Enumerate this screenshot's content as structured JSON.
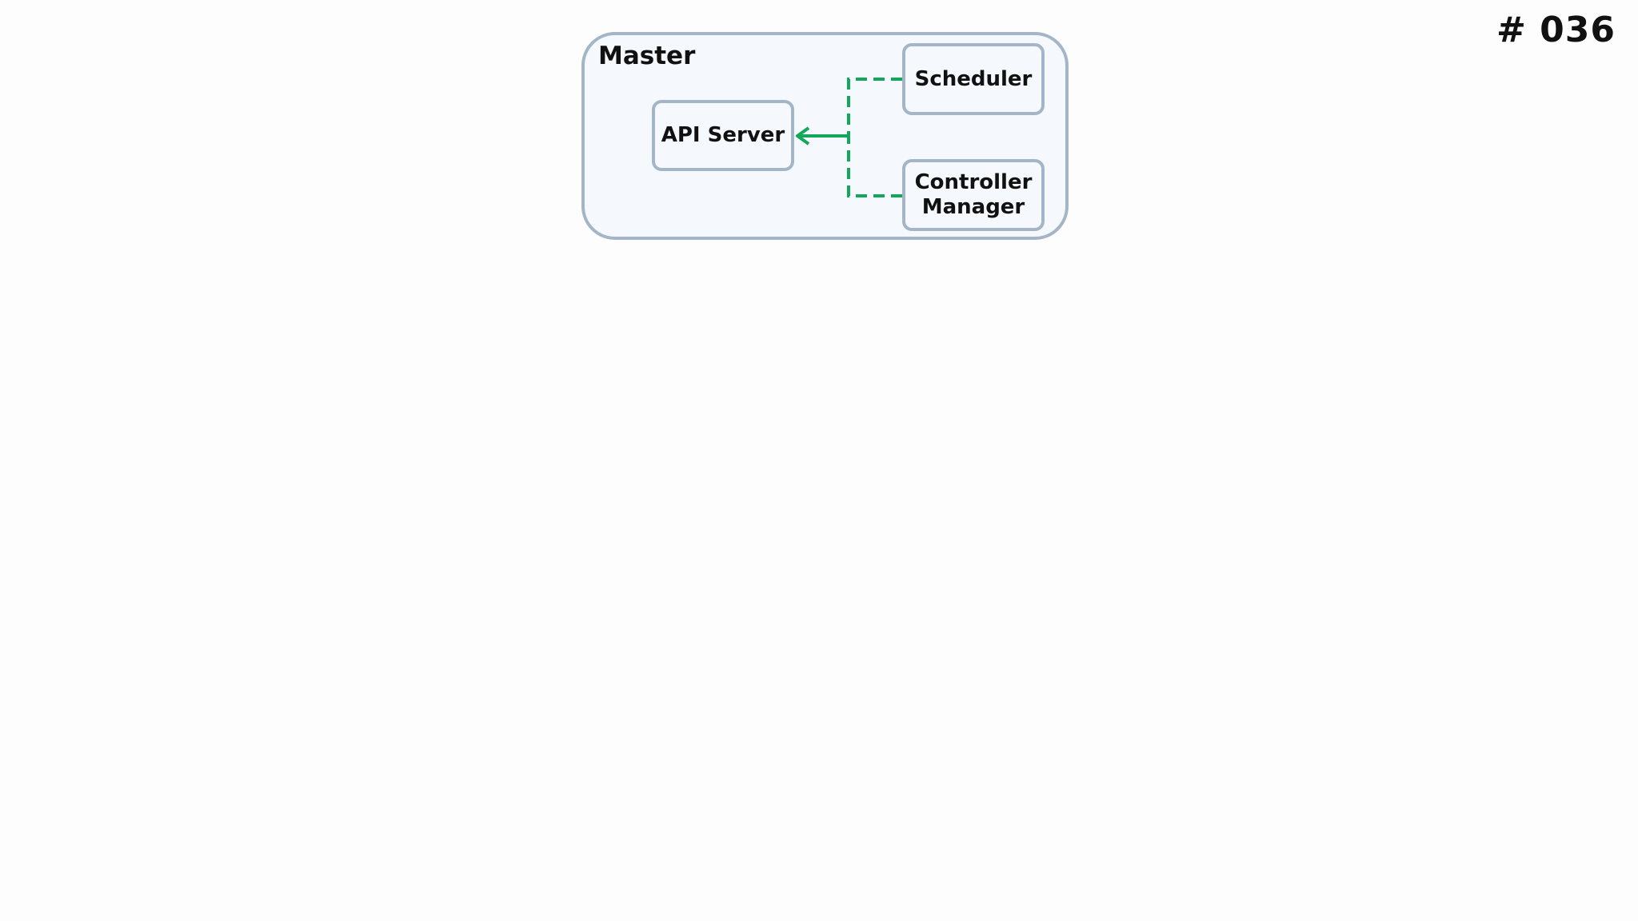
{
  "slide": {
    "number": "# 036"
  },
  "diagram": {
    "container": {
      "label": "Master"
    },
    "nodes": {
      "api_server": "API Server",
      "scheduler": "Scheduler",
      "controller_manager": "Controller\nManager"
    },
    "edges": [
      {
        "from": "Scheduler",
        "to": "API Server",
        "style": "dashed"
      },
      {
        "from": "Controller Manager",
        "to": "API Server",
        "style": "dashed"
      }
    ],
    "colors": {
      "connector": "#12a85a",
      "box_border": "#a3b5c7",
      "box_fill": "#f5f8fc",
      "text": "#111111"
    }
  }
}
